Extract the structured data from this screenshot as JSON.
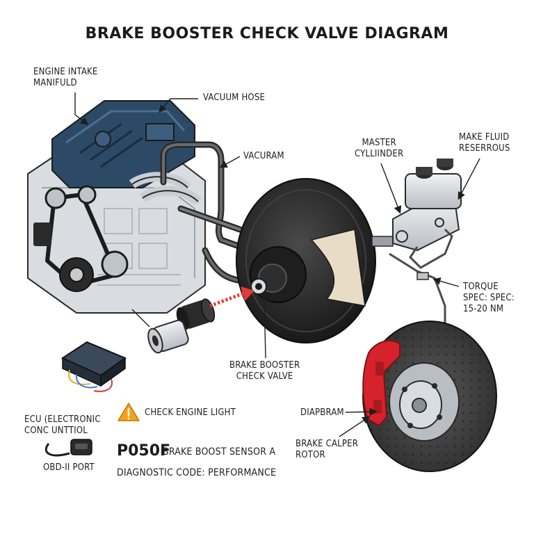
{
  "title": "BRAKE BOOSTER CHECK VALVE DIAGRAM",
  "labels": {
    "engine_intake_manifold": "ENGINE INTAKE\nMANIFULD",
    "vacuum_hose": "VACUUM HOSE",
    "vacuram": "VACURAM",
    "master_cylinder": "MASTER\nCYLLIINDER",
    "brake_fluid_reservoir": "MAKE FLUID\nRESERROUS",
    "torque_spec": "TORQUE\nSPEC: SPEC:\n15-20 Nm",
    "brake_booster_check_valve": "BRAKE BOOSTER\nCHECK VALVE",
    "diaphragm": "DIAPBRAM",
    "brake_caliper_rotor": "BRAKE CALPER\nROTOR",
    "ecu": "ECU (ELECTRONIC\nCONC UNTTIOL",
    "obd_port": "OBD-II PORT",
    "check_engine_light": "CHECK ENGINE LIGHT"
  },
  "diagnostic": {
    "code": "P050F",
    "description": "BRAKE BOOST SENSOR A",
    "subtitle": "DIAGNOSTIC CODE: PERFORMANCE"
  },
  "colors": {
    "engine_cover": "#2c4a66",
    "engine_block": "#d9dde2",
    "booster": "#2a2a2a",
    "caliper": "#d6222a",
    "rotor": "#3a3a3a",
    "arrow": "#e23a36",
    "warning": "#f3a21c"
  },
  "icons": {
    "warning": "warning-triangle-icon"
  }
}
